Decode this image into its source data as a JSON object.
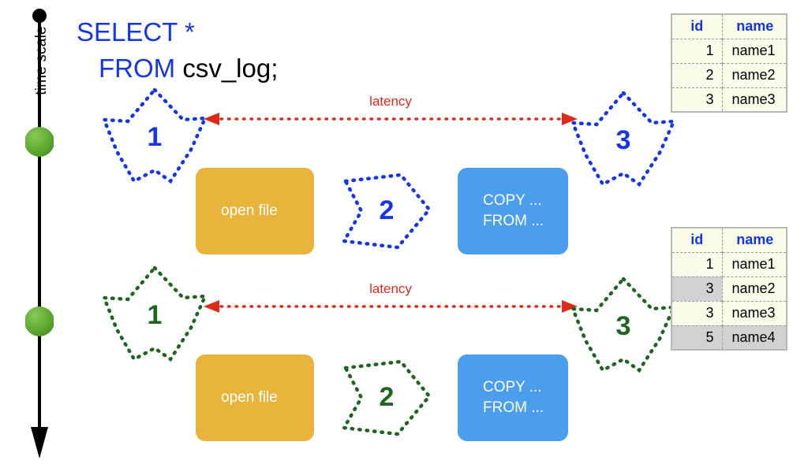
{
  "timeline": {
    "label": "time scale",
    "axis_color": "#000000",
    "marker_color": "#5aa832",
    "markers": 2
  },
  "query": {
    "keyword1": "SELECT *",
    "keyword2": "FROM",
    "table_name": "csv_log;",
    "keyword_color": "#1435e8",
    "text_color": "#000000"
  },
  "rows": [
    {
      "accent": "#1435e8",
      "step1": "1",
      "step2": "2",
      "step3": "3",
      "latency_label": "latency",
      "open_file_label": "open file",
      "copy_label": "COPY ...\nFROM ..."
    },
    {
      "accent": "#1f6420",
      "step1": "1",
      "step2": "2",
      "step3": "3",
      "latency_label": "latency",
      "open_file_label": "open file",
      "copy_label": "COPY ...\nFROM ..."
    }
  ],
  "colors": {
    "orange_box": "#e9b43b",
    "blue_box": "#4a9eeb",
    "latency_arrow": "#dd2b1a",
    "table_bg": "#fbfbe9",
    "highlight": "#d2d2d2"
  },
  "tables": [
    {
      "headers": [
        "id",
        "name"
      ],
      "rows": [
        {
          "id": "1",
          "name": "name1",
          "id_hl": false,
          "name_hl": false
        },
        {
          "id": "2",
          "name": "name2",
          "id_hl": false,
          "name_hl": false
        },
        {
          "id": "3",
          "name": "name3",
          "id_hl": false,
          "name_hl": false
        }
      ]
    },
    {
      "headers": [
        "id",
        "name"
      ],
      "rows": [
        {
          "id": "1",
          "name": "name1",
          "id_hl": false,
          "name_hl": false
        },
        {
          "id": "3",
          "name": "name2",
          "id_hl": true,
          "name_hl": false
        },
        {
          "id": "3",
          "name": "name3",
          "id_hl": false,
          "name_hl": false
        },
        {
          "id": "5",
          "name": "name4",
          "id_hl": true,
          "name_hl": true
        }
      ]
    }
  ]
}
